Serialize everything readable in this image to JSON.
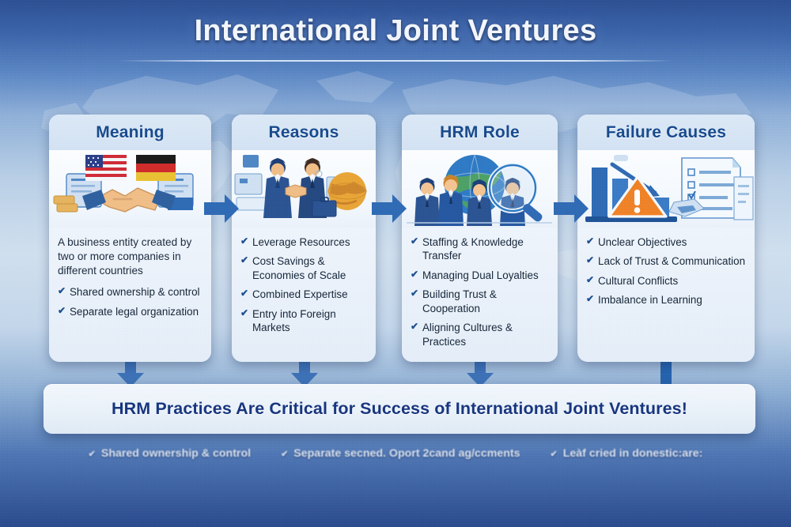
{
  "header": {
    "title": "International Joint Ventures"
  },
  "cards": [
    {
      "id": "meaning",
      "title": "Meaning",
      "art_icon": "handshake-flags-icon",
      "lead": "A business entity created by two or more companies in different countries",
      "bullets": [
        "Shared ownership & control",
        "Separate legal organization"
      ]
    },
    {
      "id": "reasons",
      "title": "Reasons",
      "art_icon": "businessmen-handshake-globe-icon",
      "lead": "",
      "bullets": [
        "Leverage Resources",
        "Cost Savings & Economies of Scale",
        "Combined Expertise",
        "Entry into Foreign Markets"
      ]
    },
    {
      "id": "hrm-role",
      "title": "HRM Role",
      "art_icon": "team-globe-magnifier-icon",
      "lead": "",
      "bullets": [
        "Staffing & Knowledge Transfer",
        "Managing Dual Loyalties",
        "Building Trust & Cooperation",
        "Aligning Cultures & Practices"
      ]
    },
    {
      "id": "failure-causes",
      "title": "Failure Causes",
      "art_icon": "declining-bar-chart-warning-icon",
      "lead": "",
      "bullets": [
        "Unclear Objectives",
        "Lack of Trust & Communication",
        "Cultural Conflicts",
        "Imbalance in Learning"
      ]
    }
  ],
  "banner": {
    "text": "HRM Practices Are Critical for Success of International Joint Ventures!"
  },
  "footer": {
    "items": [
      "Shared ownership & control",
      "Separate secned. Oport 2cand ag/ccments",
      "Leàf cried in donestic:are:"
    ]
  },
  "bullet_glyph": "✔",
  "colors": {
    "bg_deep_navy": "#2d4f92",
    "bg_light_mid": "#cfdfee",
    "card_bg": "#eef4fb",
    "card_head_bg": "#d7e5f4",
    "heading_blue": "#174a8c",
    "banner_text": "#17357e",
    "arrow_blue": "#2f6ab4",
    "title_white": "#f2f6fb",
    "warning_orange": "#ef8127"
  }
}
